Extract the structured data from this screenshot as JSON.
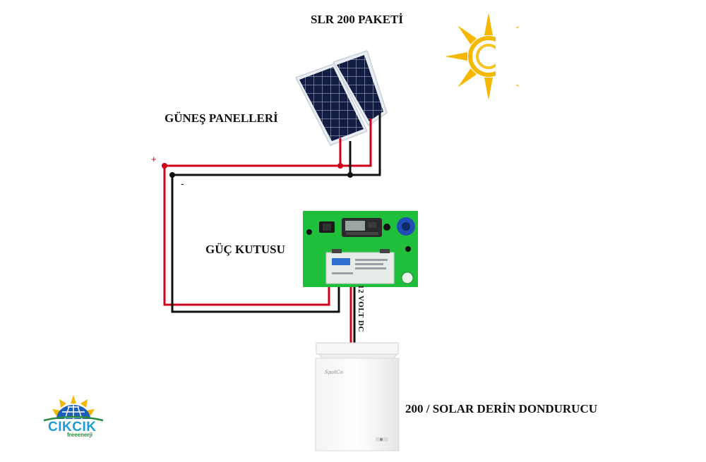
{
  "title": "SLR 200 PAKETİ",
  "labels": {
    "panels": "GÜNEŞ PANELLERİ",
    "power_box": "GÜÇ KUTUSU",
    "freezer": "200 / SOLAR DERİN DONDURUCU",
    "dc_cable": "12 VOLT DC",
    "positive": "+",
    "negative": "-"
  },
  "brand": {
    "name": "CIKCIK",
    "tagline": "freeenerji",
    "freezer_badge": "SpotCo"
  },
  "colors": {
    "positive_wire": "#d0021b",
    "negative_wire": "#111111",
    "power_box": "#1fbf3b",
    "sun": "#f5b800",
    "panel_cells": "#14204a",
    "brand_blue": "#1d9bd7",
    "brand_green": "#2b8a3e"
  },
  "icons": [
    "sun-icon",
    "solar-panel-icon",
    "power-box-icon",
    "battery-icon",
    "charge-controller-icon",
    "freezer-icon",
    "brand-logo-icon"
  ]
}
